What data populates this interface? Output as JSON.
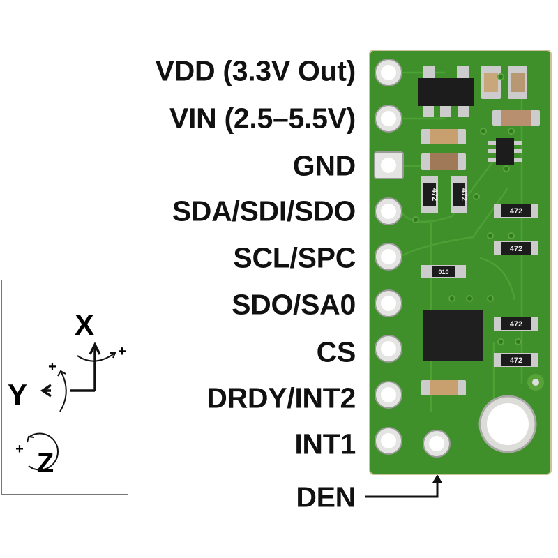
{
  "pins": [
    {
      "label": "VDD (3.3V Out)"
    },
    {
      "label": "VIN (2.5–5.5V)"
    },
    {
      "label": "GND"
    },
    {
      "label": "SDA/SDI/SDO"
    },
    {
      "label": "SCL/SPC"
    },
    {
      "label": "SDO/SA0"
    },
    {
      "label": "CS"
    },
    {
      "label": "DRDY/INT2"
    },
    {
      "label": "INT1"
    },
    {
      "label": "DEN"
    }
  ],
  "axes": {
    "x": "X",
    "y": "Y",
    "z": "Z",
    "plus": "+"
  },
  "board": {
    "color": "#3f8f2a",
    "resistor_markings": [
      "472",
      "472",
      "472",
      "472",
      "472",
      "472",
      "010"
    ]
  }
}
